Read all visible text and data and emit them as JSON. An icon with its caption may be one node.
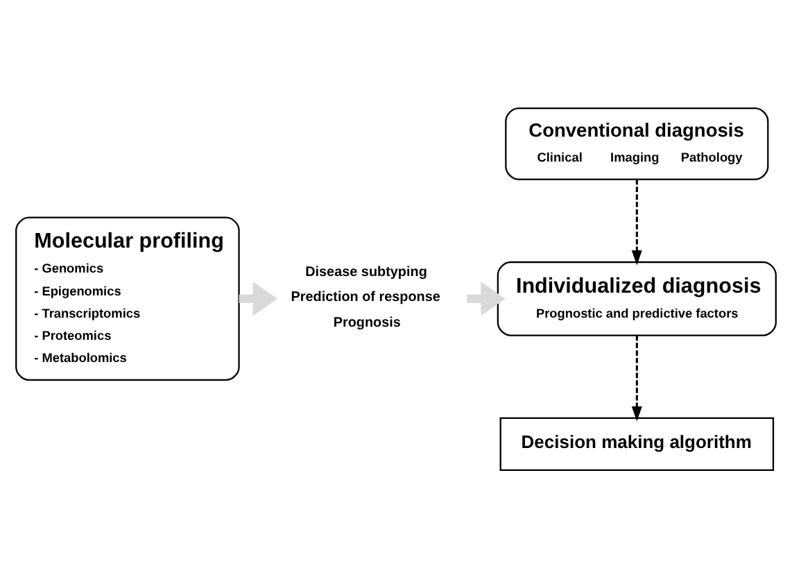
{
  "diagram": {
    "nodes": [
      {
        "text": [
          "Conventional diagnosis",
          "Clinical",
          "Imaging",
          "Pathology"
        ]
      },
      {
        "text": [
          "Molecular profiling",
          "- Genomics",
          "- Epigenomics",
          "- Transcriptomics",
          "- Proteomics",
          "- Metabolomics"
        ]
      },
      {
        "text": [
          "Disease subtyping",
          "Prediction of response",
          "Prognosis"
        ]
      },
      {
        "text": [
          "Individualized diagnosis",
          "Prognostic and predictive factors"
        ]
      },
      {
        "text": [
          "Decision making algorithm"
        ]
      }
    ],
    "edges": [
      {
        "from": 1,
        "to": 2,
        "arrow": "to",
        "style": "thick",
        "color": "#d9d9d9"
      },
      {
        "from": 2,
        "to": 3,
        "arrow": "to",
        "style": "thick",
        "color": "#d9d9d9"
      },
      {
        "from": 0,
        "to": 3,
        "arrow": "to",
        "style": "dashed",
        "color": "#000000"
      },
      {
        "from": 3,
        "to": 4,
        "arrow": "to",
        "style": "dashed",
        "color": "#000000"
      }
    ]
  }
}
